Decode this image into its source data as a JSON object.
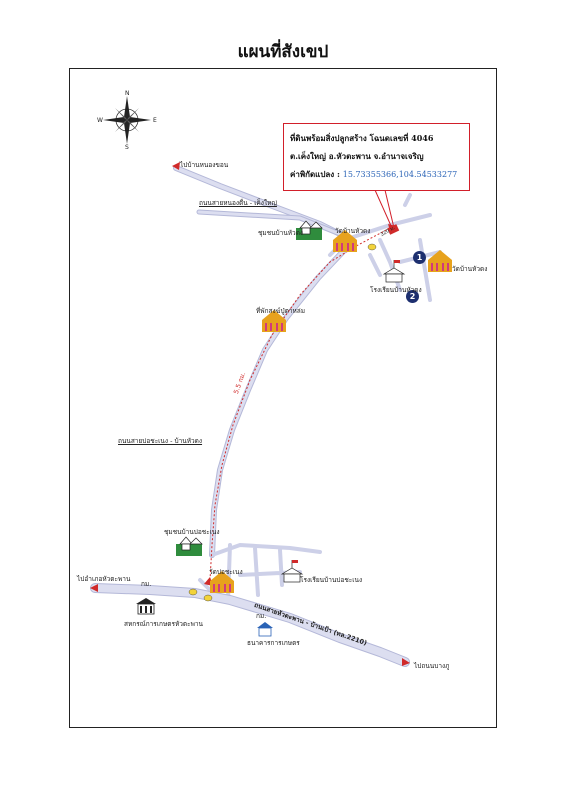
{
  "title": "แผนที่สังเขป",
  "info_box": {
    "line1": "ที่ดินพร้อมสิ่งปลูกสร้าง โฉนดเลขที่ 4046",
    "line2": "ต.เค็งใหญ่ อ.หัวตะพาน จ.อำนาจเจริญ",
    "coord_label": "ค่าพิกัดแปลง :",
    "coord_value": "15.73355366,104.54533277"
  },
  "compass": {
    "n": "N",
    "s": "S",
    "e": "E",
    "w": "W"
  },
  "labels": {
    "to_ban_nong_khon": "ไปบ้านหนองขอน",
    "road_nong_tan_keng_yai": "ถนนสายหนองตื่น - เค็งใหญ่",
    "community_ban_hua_dong": "ชุมชนบ้านหัวดง",
    "wat_ban_hua_dong": "วัดบ้านหัวดง",
    "wat_ban_hua_dong_right": "วัดบ้านหัวดง",
    "school_ban_hua_dong": "โรงเรียนบ้านหัวดง",
    "phak_song_thera": "ที่พักสงฆ์ปู่ตาหล่ม",
    "distance": "5.5 กม.",
    "road_bo_sanen_hua_dong": "ถนนสายบ่อชะเนง - บ้านหัวดง",
    "community_ban_bo_sanen": "ชุมชนบ้านบ่อชะเนง",
    "wat_bo_sanen": "วัดบ่อชะเนง",
    "school_bo_sanen": "โรงเรียนบ้านบ่อชะเนง",
    "to_amphoe_hua_taphan": "ไปอำเภอหัวตะพาน",
    "km_left": "กม.",
    "agri_office": "สหกรณ์การเกษตรหัวตะพาน",
    "km_right": "กม.",
    "bank": "ธนาคารการเกษตร",
    "road_main": "ถนนสายหัวตะพาน - บ้านเป้า (ทล.2210)",
    "to_ban_bang_phu": "ไปถนนบางภู",
    "plot_marker": "320 ม."
  },
  "markers": {
    "m1": "1",
    "m2": "2"
  },
  "colors": {
    "road": "#cdd0e8",
    "road_edge": "#b4b8d8",
    "route": "#d02a2a",
    "info_border": "#d21f2a",
    "coord_text": "#2a63b6",
    "marker": "#1d2f6f",
    "temple_gold": "#e7a21d",
    "temple_pink": "#d23a7b",
    "community_green": "#2f8c3d"
  }
}
